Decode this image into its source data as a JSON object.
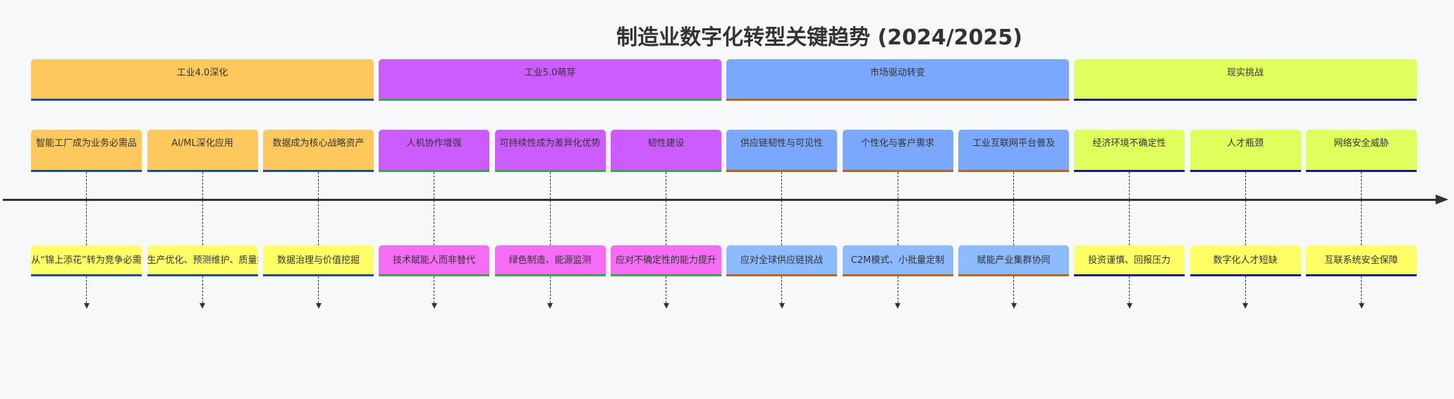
{
  "title": "制造业数字化转型关键趋势 (2024/2025)",
  "sections": [
    {
      "label": "工业4.0深化",
      "color": "#ffc85c",
      "task_color": "#ffc85c",
      "sub_color": "#ffff66",
      "border": "#1f4e8c",
      "tasks": [
        {
          "label": "智能工厂成为业务必需品",
          "sub": "从“锦上添花”转为竞争必需"
        },
        {
          "label": "AI/ML深化应用",
          "sub": "生产优化、预测维护、质量控制"
        },
        {
          "label": "数据成为核心战略资产",
          "sub": "数据治理与价值挖掘"
        }
      ]
    },
    {
      "label": "工业5.0萌芽",
      "color": "#cc5cff",
      "task_color": "#cc5cff",
      "sub_color": "#f56cf5",
      "border": "#3fa34d",
      "tasks": [
        {
          "label": "人机协作增强",
          "sub": "技术赋能人而非替代"
        },
        {
          "label": "可持续性成为差异化优势",
          "sub": "绿色制造、能源监测"
        },
        {
          "label": "韧性建设",
          "sub": "应对不确定性的能力提升"
        }
      ]
    },
    {
      "label": "市场驱动转变",
      "color": "#7aa7ff",
      "task_color": "#7aa7ff",
      "sub_color": "#8cbcff",
      "border": "#b5651d",
      "tasks": [
        {
          "label": "供应链韧性与可见性",
          "sub": "应对全球供应链挑战"
        },
        {
          "label": "个性化与客户需求",
          "sub": "C2M模式、小批量定制"
        },
        {
          "label": "工业互联网平台普及",
          "sub": "赋能产业集群协同"
        }
      ]
    },
    {
      "label": "现实挑战",
      "color": "#e0ff5c",
      "task_color": "#e0ff5c",
      "sub_color": "#ffff66",
      "border": "#1a1a8c",
      "tasks": [
        {
          "label": "经济环境不确定性",
          "sub": "投资谨慎、回报压力"
        },
        {
          "label": "人才瓶颈",
          "sub": "数字化人才短缺"
        },
        {
          "label": "网络安全威胁",
          "sub": "互联系统安全保障"
        }
      ]
    }
  ]
}
